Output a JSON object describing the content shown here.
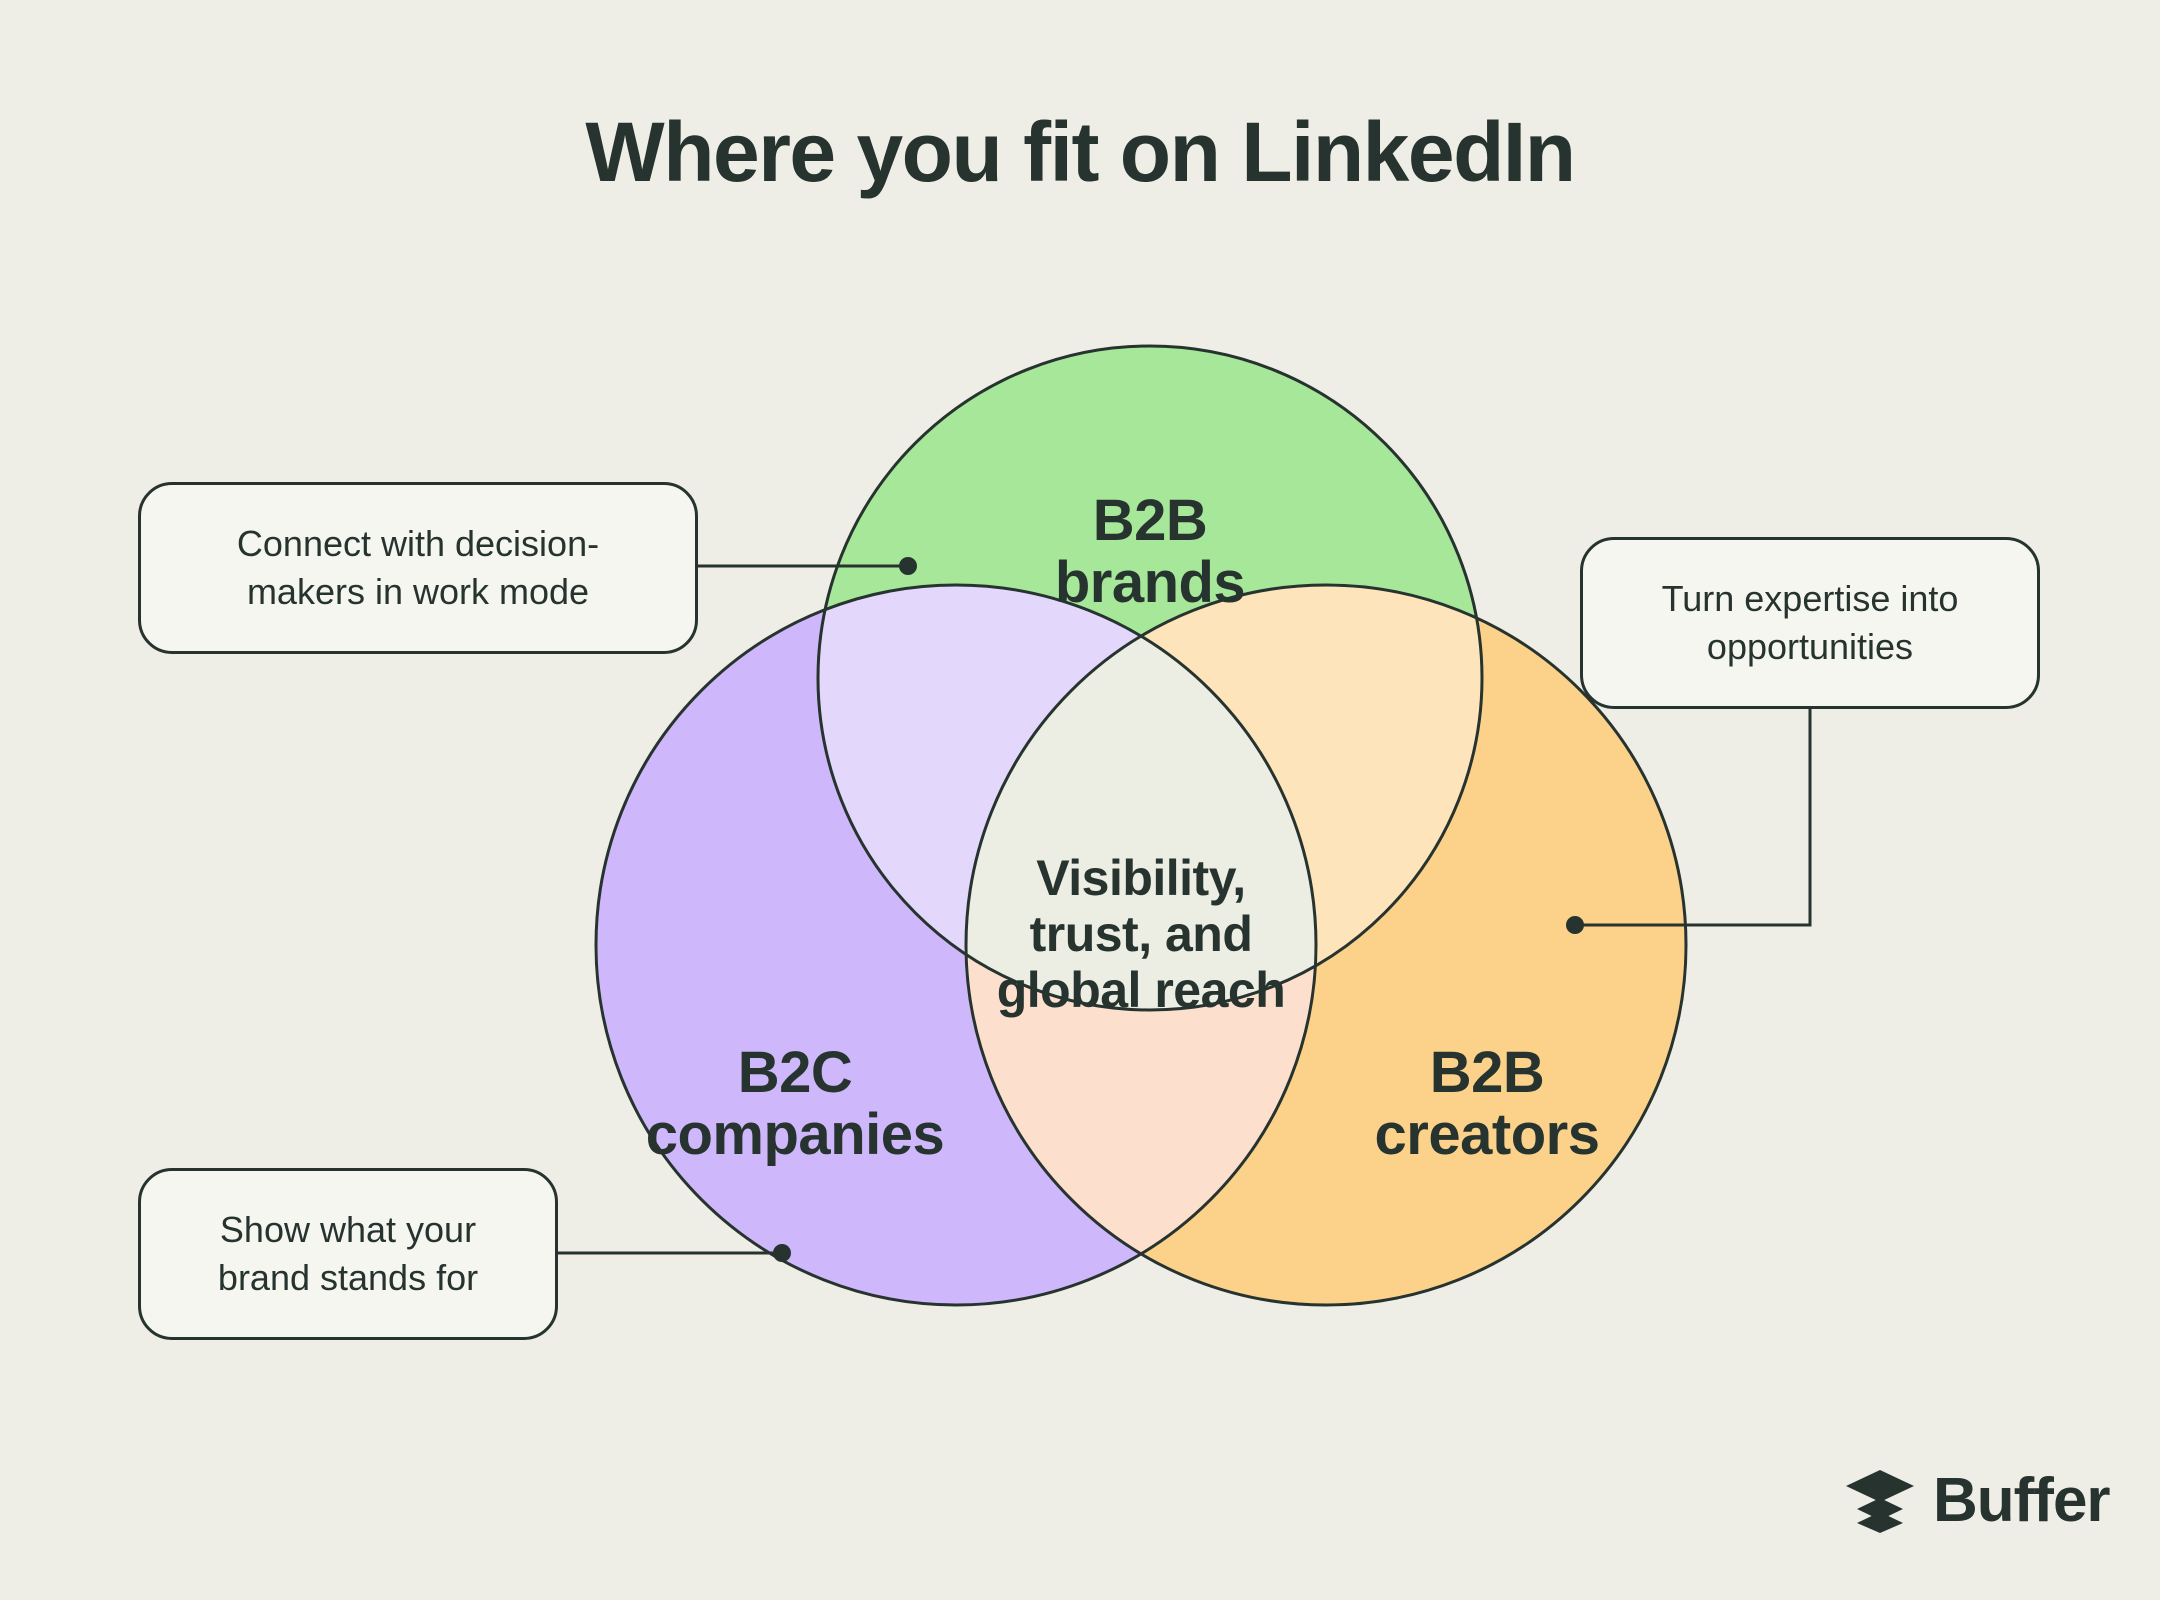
{
  "page": {
    "title": "Where you fit on LinkedIn",
    "background_color": "#EFEEE6",
    "ink_color": "#26332F"
  },
  "chart_data": {
    "type": "venn",
    "title": "Where you fit on LinkedIn",
    "sets": [
      {
        "id": "b2b-brands",
        "label_line1": "B2B",
        "label_line2": "brands",
        "color": "#A7E79A",
        "position": "top"
      },
      {
        "id": "b2c-companies",
        "label_line1": "B2C",
        "label_line2": "companies",
        "color": "#CFB7FB",
        "position": "bottom-left"
      },
      {
        "id": "b2b-creators",
        "label_line1": "B2B",
        "label_line2": "creators",
        "color": "#FCD18A",
        "position": "bottom-right"
      }
    ],
    "intersections": [
      {
        "id": "brands-companies",
        "sets": [
          "b2b-brands",
          "b2c-companies"
        ],
        "color": "#E3D8FC",
        "label": ""
      },
      {
        "id": "brands-creators",
        "sets": [
          "b2b-brands",
          "b2b-creators"
        ],
        "color": "#FDE4BB",
        "label": ""
      },
      {
        "id": "companies-creators",
        "sets": [
          "b2c-companies",
          "b2b-creators"
        ],
        "color": "#FCDFCD",
        "label": ""
      },
      {
        "id": "all-three",
        "sets": [
          "b2b-brands",
          "b2c-companies",
          "b2b-creators"
        ],
        "color": "#ECEDE3",
        "label_line1": "Visibility,",
        "label_line2": "trust, and",
        "label_line3": "global reach"
      }
    ],
    "callouts": [
      {
        "id": "decision-makers",
        "text": "Connect with decision-makers in work mode",
        "target_set": "b2b-brands"
      },
      {
        "id": "expertise",
        "text": "Turn expertise into opportunities",
        "target_set": "b2b-creators"
      },
      {
        "id": "brand-stands",
        "text": "Show what your brand stands for",
        "target_set": "b2c-companies"
      }
    ]
  },
  "venn": {
    "top_circle": {
      "line1": "B2B",
      "line2": "brands"
    },
    "left_circle": {
      "line1": "B2C",
      "line2": "companies"
    },
    "right_circle": {
      "line1": "B2B",
      "line2": "creators"
    },
    "center": {
      "line1": "Visibility,",
      "line2": "trust, and",
      "line3": "global reach"
    }
  },
  "callouts": {
    "decision_makers": {
      "line1": "Connect with decision-",
      "line2": "makers in work mode"
    },
    "expertise": {
      "line1": "Turn expertise into",
      "line2": "opportunities"
    },
    "brand_stands": {
      "line1": "Show what your",
      "line2": "brand stands for"
    }
  },
  "branding": {
    "wordmark": "Buffer",
    "logo_icon": "stacked-layers-icon"
  }
}
